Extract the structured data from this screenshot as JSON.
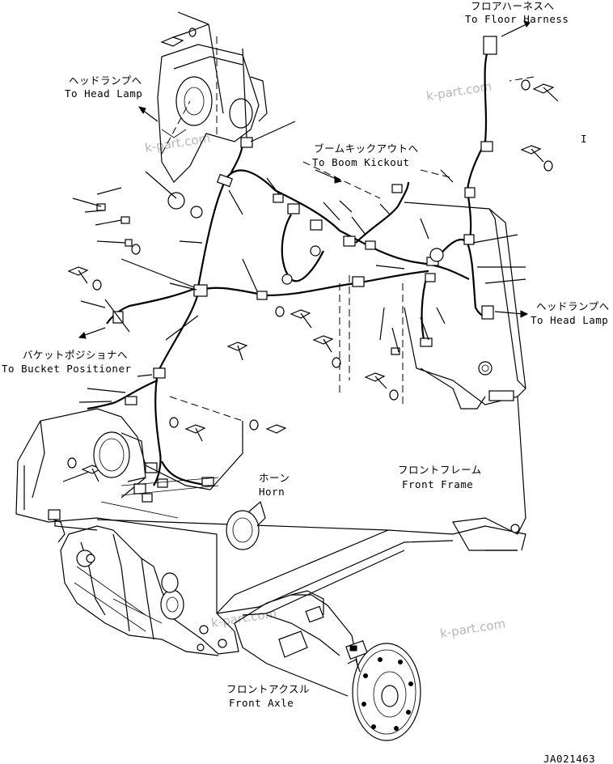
{
  "labels": {
    "floor_harness_jp": "フロアハーネスへ",
    "floor_harness_en": "To Floor Harness",
    "head_lamp_left_jp": "ヘッドランプへ",
    "head_lamp_left_en": "To Head Lamp",
    "boom_kickout_jp": "ブームキックアウトへ",
    "boom_kickout_en": "To Boom Kickout",
    "head_lamp_right_jp": "ヘッドランプへ",
    "head_lamp_right_en": "To Head Lamp",
    "bucket_positioner_jp": "バケットポジショナへ",
    "bucket_positioner_en": "To Bucket Positioner",
    "horn_jp": "ホーン",
    "horn_en": "Horn",
    "front_frame_jp": "フロントフレーム",
    "front_frame_en": "Front Frame",
    "front_axle_jp": "フロントアクスル",
    "front_axle_en": "Front Axle",
    "drawing_number": "JA021463",
    "corner_mark": "I"
  },
  "watermarks": [
    "k-part.com",
    "k-part.com",
    "k-part.com",
    "k-part.com"
  ],
  "colors": {
    "line": "#000000",
    "background": "#ffffff",
    "watermark": "#b7b7b7"
  }
}
